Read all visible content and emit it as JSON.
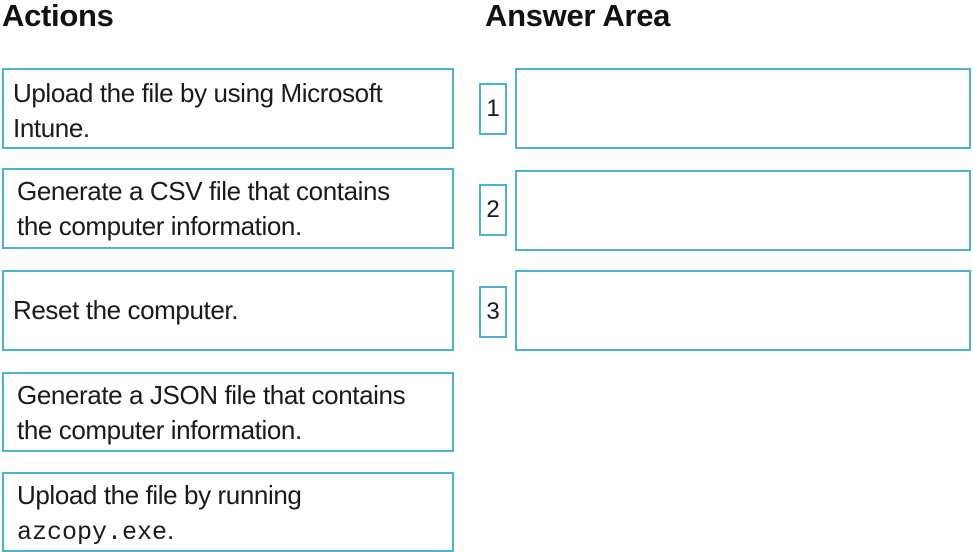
{
  "headings": {
    "actions": "Actions",
    "answer_area": "Answer Area"
  },
  "actions": [
    {
      "line1": "Upload the file by using Microsoft",
      "line2": "Intune."
    },
    {
      "line1": "Generate a CSV file that contains",
      "line2": "the computer information."
    },
    {
      "line1": "Reset the computer.",
      "line2": ""
    },
    {
      "line1": "Generate a JSON file that contains",
      "line2": "the computer information."
    },
    {
      "line1": "Upload the file by running",
      "line2_code": "azcopy.exe",
      "line2_suffix": "."
    }
  ],
  "answer_area": {
    "slots": [
      {
        "number": "1",
        "value": ""
      },
      {
        "number": "2",
        "value": ""
      },
      {
        "number": "3",
        "value": ""
      }
    ]
  },
  "colors": {
    "box_border": "#4cb3cf",
    "text": "#1a1a1a",
    "background": "#ffffff"
  }
}
